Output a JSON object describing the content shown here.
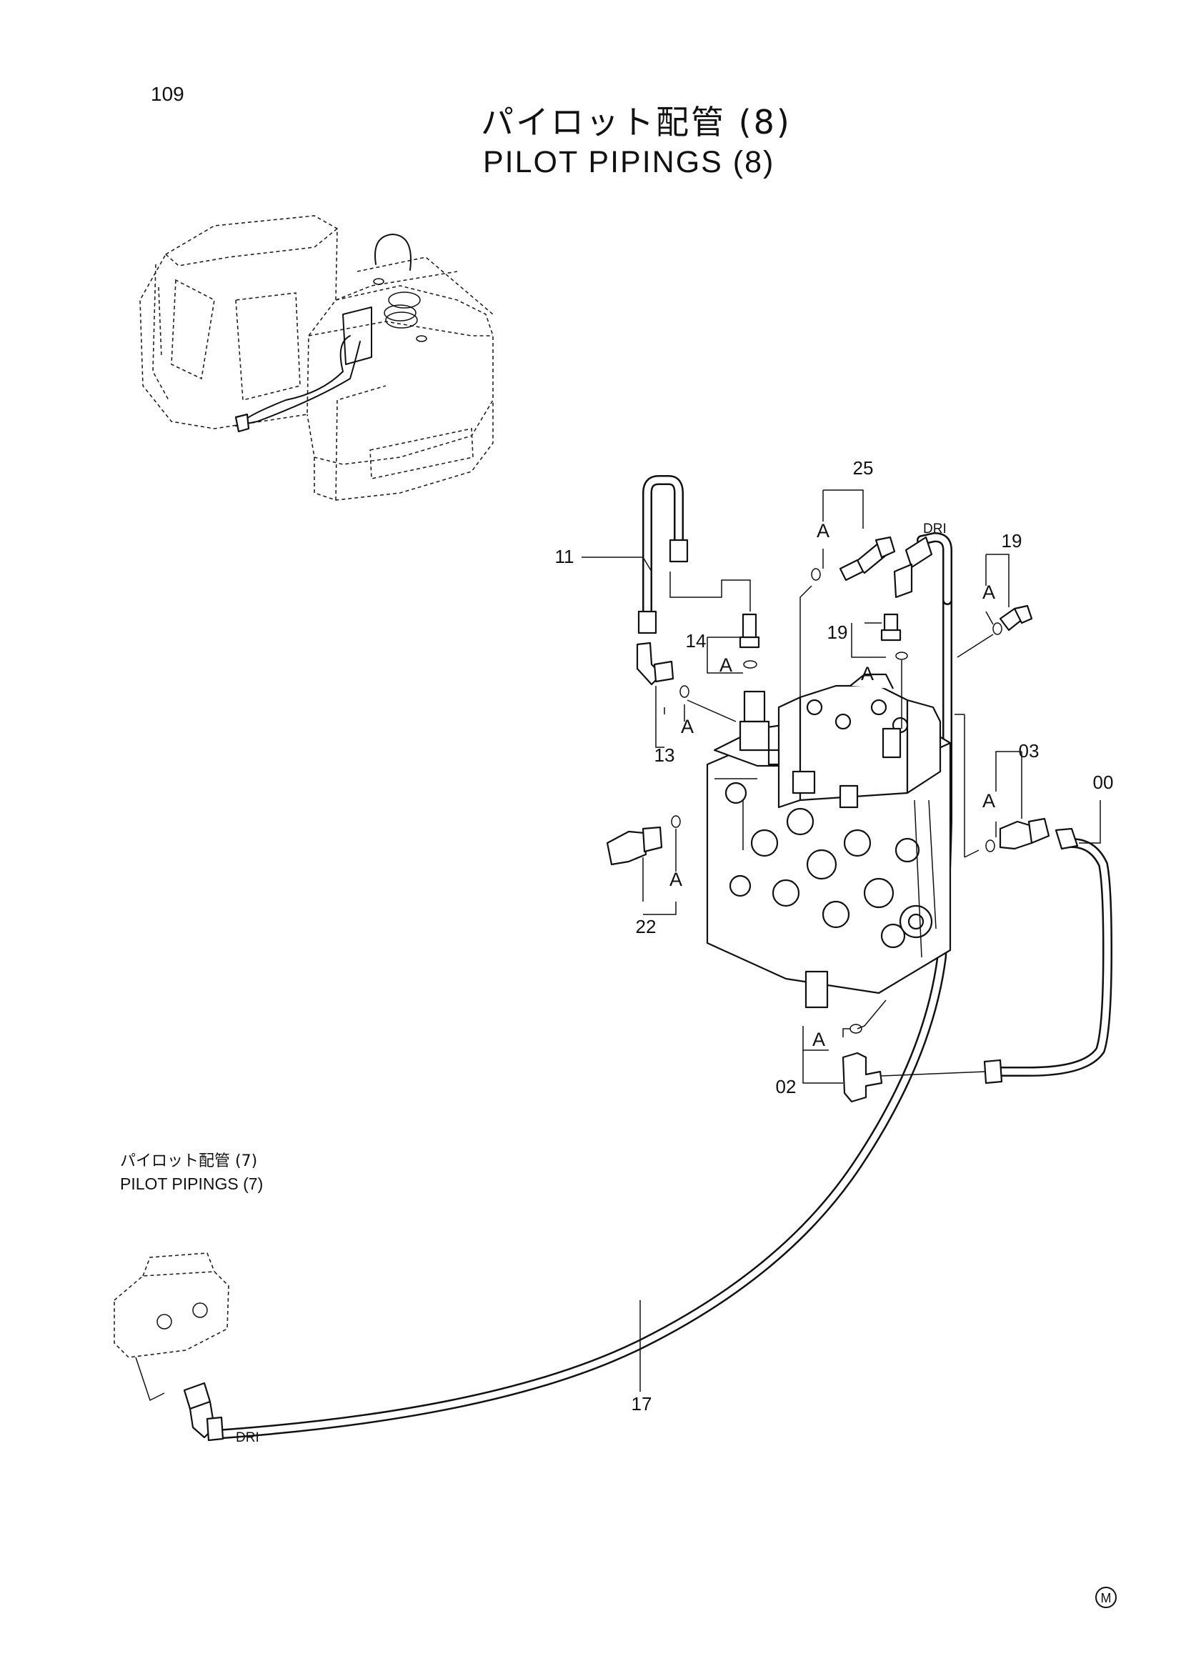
{
  "page": {
    "number": "109"
  },
  "title": {
    "japanese": "パイロット配管 (8)",
    "english": "PILOT PIPINGS (8)"
  },
  "reference": {
    "japanese": "パイロット配管 (7)",
    "english": "PILOT PIPINGS (7)"
  },
  "callouts": {
    "p25": "25",
    "p11": "11",
    "p14": "14",
    "p19a": "19",
    "p19b": "19",
    "p13": "13",
    "p03": "03",
    "p00": "00",
    "p22": "22",
    "p02": "02",
    "p17": "17"
  },
  "subassembly_marks": [
    "A",
    "A",
    "A",
    "A",
    "A",
    "A",
    "A",
    "A"
  ],
  "port_labels": {
    "dr_top": "DRI",
    "dr_bottom": "DRI"
  },
  "footer_mark": "M"
}
